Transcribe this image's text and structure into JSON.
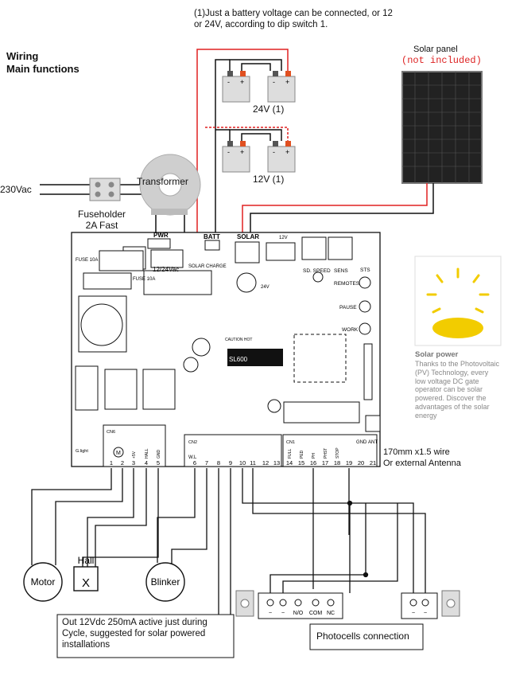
{
  "title": {
    "line1": "Wiring",
    "line2": "Main functions"
  },
  "notes": {
    "battery_note": "(1)Just a battery voltage can be connected, or 12 or 24V, according to dip switch 1.",
    "battery_24v": "24V (1)",
    "battery_12v": "12V (1)",
    "solar_panel": "Solar panel",
    "not_included": "(not included)",
    "mains": "230Vac",
    "transformer": "Transformer",
    "fuseholder_line1": "Fuseholder",
    "fuseholder_line2": "2A Fast",
    "antenna_line1": "170mm x1.5 wire",
    "antenna_line2": "Or external Antenna",
    "output_note": "Out 12Vdc 250mA active just during Cycle, suggested for solar powered installations",
    "photocells": "Photocells connection"
  },
  "solar_power": {
    "title": "Solar power",
    "text": "Thanks to the Photovoltaic (PV) Technology, every low voltage DC gate operator can be solar powered. Discover the advantages of the solar energy"
  },
  "devices": {
    "motor": "Motor",
    "hall": "Hall",
    "hall_symbol": "X",
    "blinker": "Blinker"
  },
  "board": {
    "pwr": "PWR",
    "batt": "BATT",
    "solar": "SOLAR",
    "v12_24": "12/24Vac",
    "solar_charge": "SOLAR CHARGE",
    "fuse_10a_1": "FUSE 10A",
    "fuse_10a_2": "FUSE 10A",
    "sd_speed": "SD. SPEED",
    "sens": "SENS",
    "sts": "STS",
    "remotes": "REMOTES",
    "pause": "PAUSE",
    "work": "WORK",
    "gnd_ant": [
      "GND",
      "ANT"
    ],
    "model": "SL600",
    "caution": "CAUTION HOT",
    "v12": "12V",
    "v24": "24V",
    "cn6": "CN6",
    "cn2": "CN2",
    "cn1": "CN1",
    "terminals_left": [
      "1",
      "2",
      "3",
      "4",
      "5"
    ],
    "terminals_left_labels": [
      "M",
      "+5V",
      "HALL",
      "GND"
    ],
    "terminals_mid": [
      "6",
      "7",
      "8",
      "9",
      "10",
      "11",
      "12",
      "13"
    ],
    "terminals_right": [
      "14",
      "15",
      "16",
      "17",
      "18",
      "19",
      "20",
      "21"
    ],
    "terminals_right_labels": [
      "FULL",
      "PED",
      "PH",
      "PHST",
      "STOP",
      "GND"
    ],
    "wl": "W.L",
    "glight": "G.light"
  },
  "photocell_terminals": {
    "rx": [
      "~",
      "~",
      "N/O",
      "COM",
      "NC"
    ],
    "tx": [
      "~",
      "~"
    ]
  }
}
